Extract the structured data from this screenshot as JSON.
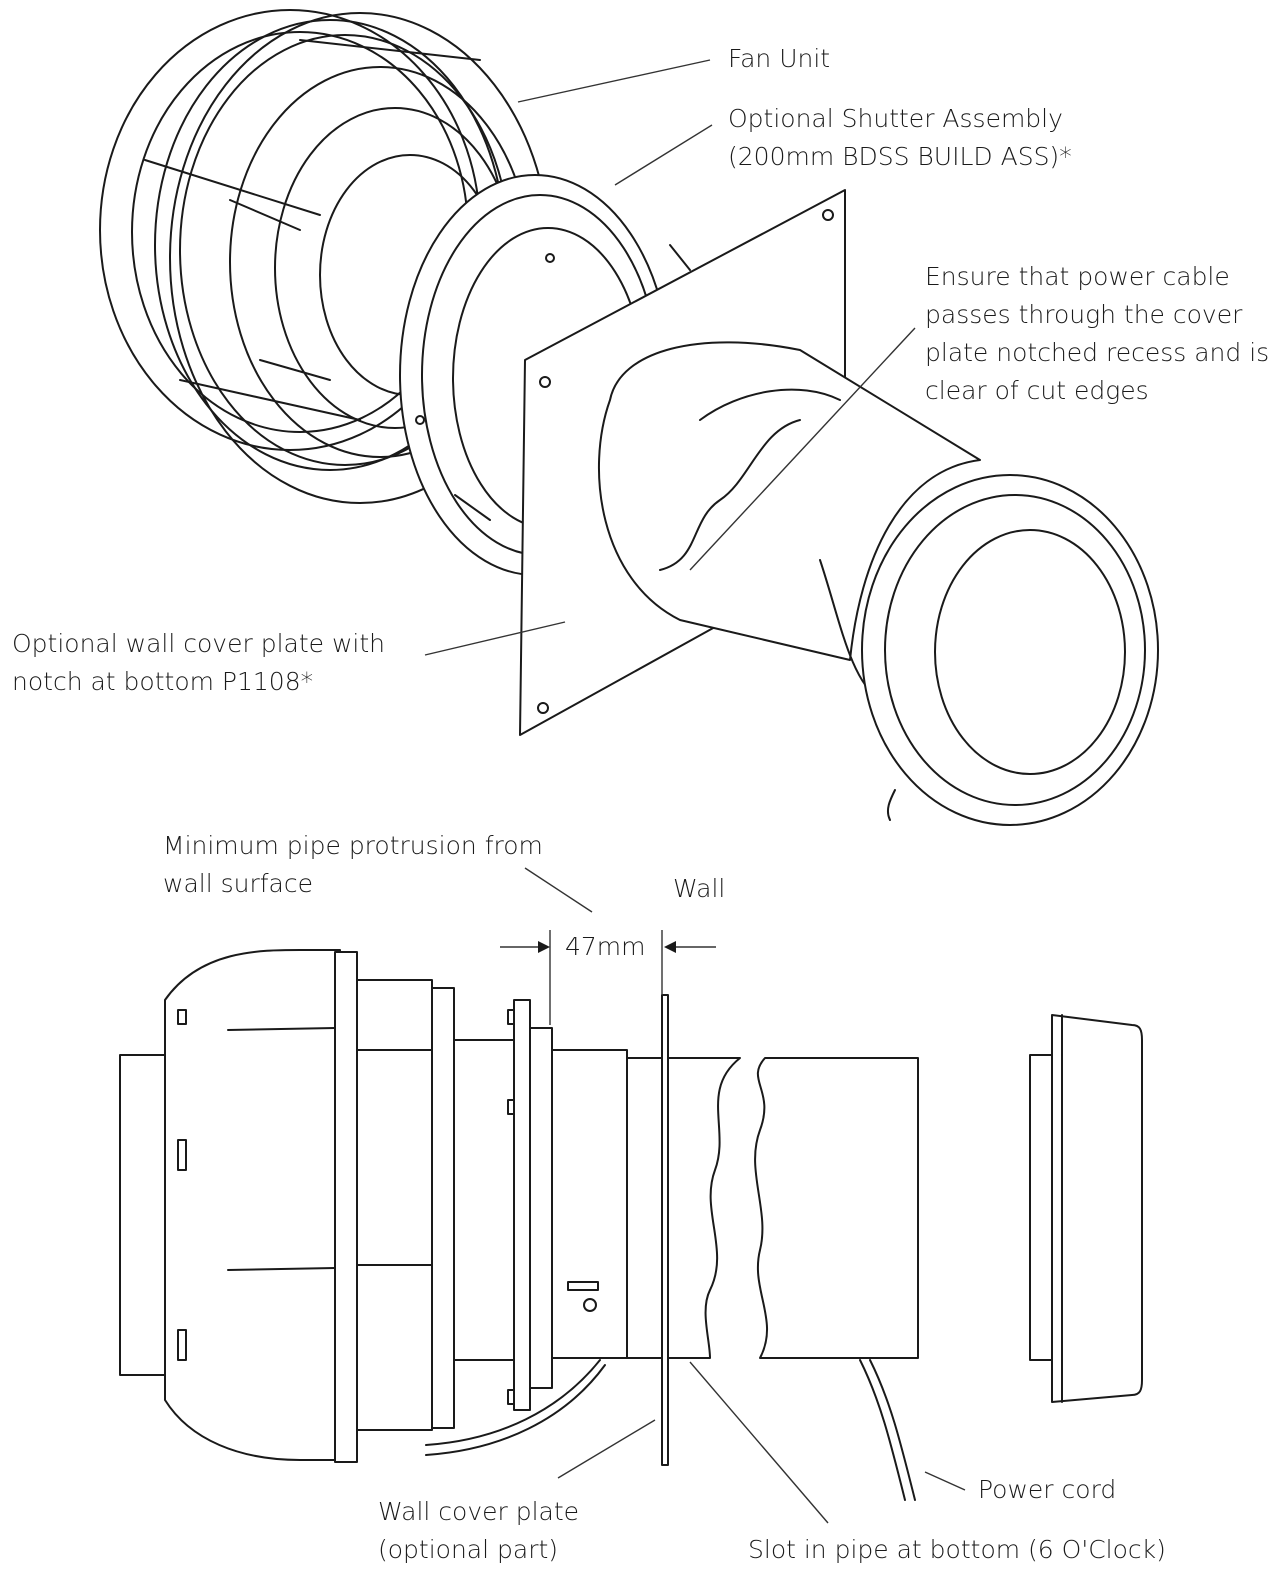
{
  "labels": {
    "fan_unit": "Fan Unit",
    "shutter_line1": "Optional Shutter Assembly",
    "shutter_line2": "(200mm BDSS BUILD ASS)*",
    "cable_line1": "Ensure that power cable",
    "cable_line2": "passes through the cover",
    "cable_line3": "plate notched recess and is",
    "cable_line4": "clear of cut edges",
    "wallplate_line1": "Optional wall cover plate with",
    "wallplate_line2": "notch at bottom P1108*",
    "protrusion_line1": "Minimum pipe protrusion from",
    "protrusion_line2": "wall surface",
    "wall": "Wall",
    "dimension": "47mm",
    "cover_line1": "Wall cover plate",
    "cover_line2": "(optional part)",
    "power_cord": "Power cord",
    "slot": "Slot in pipe at bottom (6 O'Clock)"
  }
}
